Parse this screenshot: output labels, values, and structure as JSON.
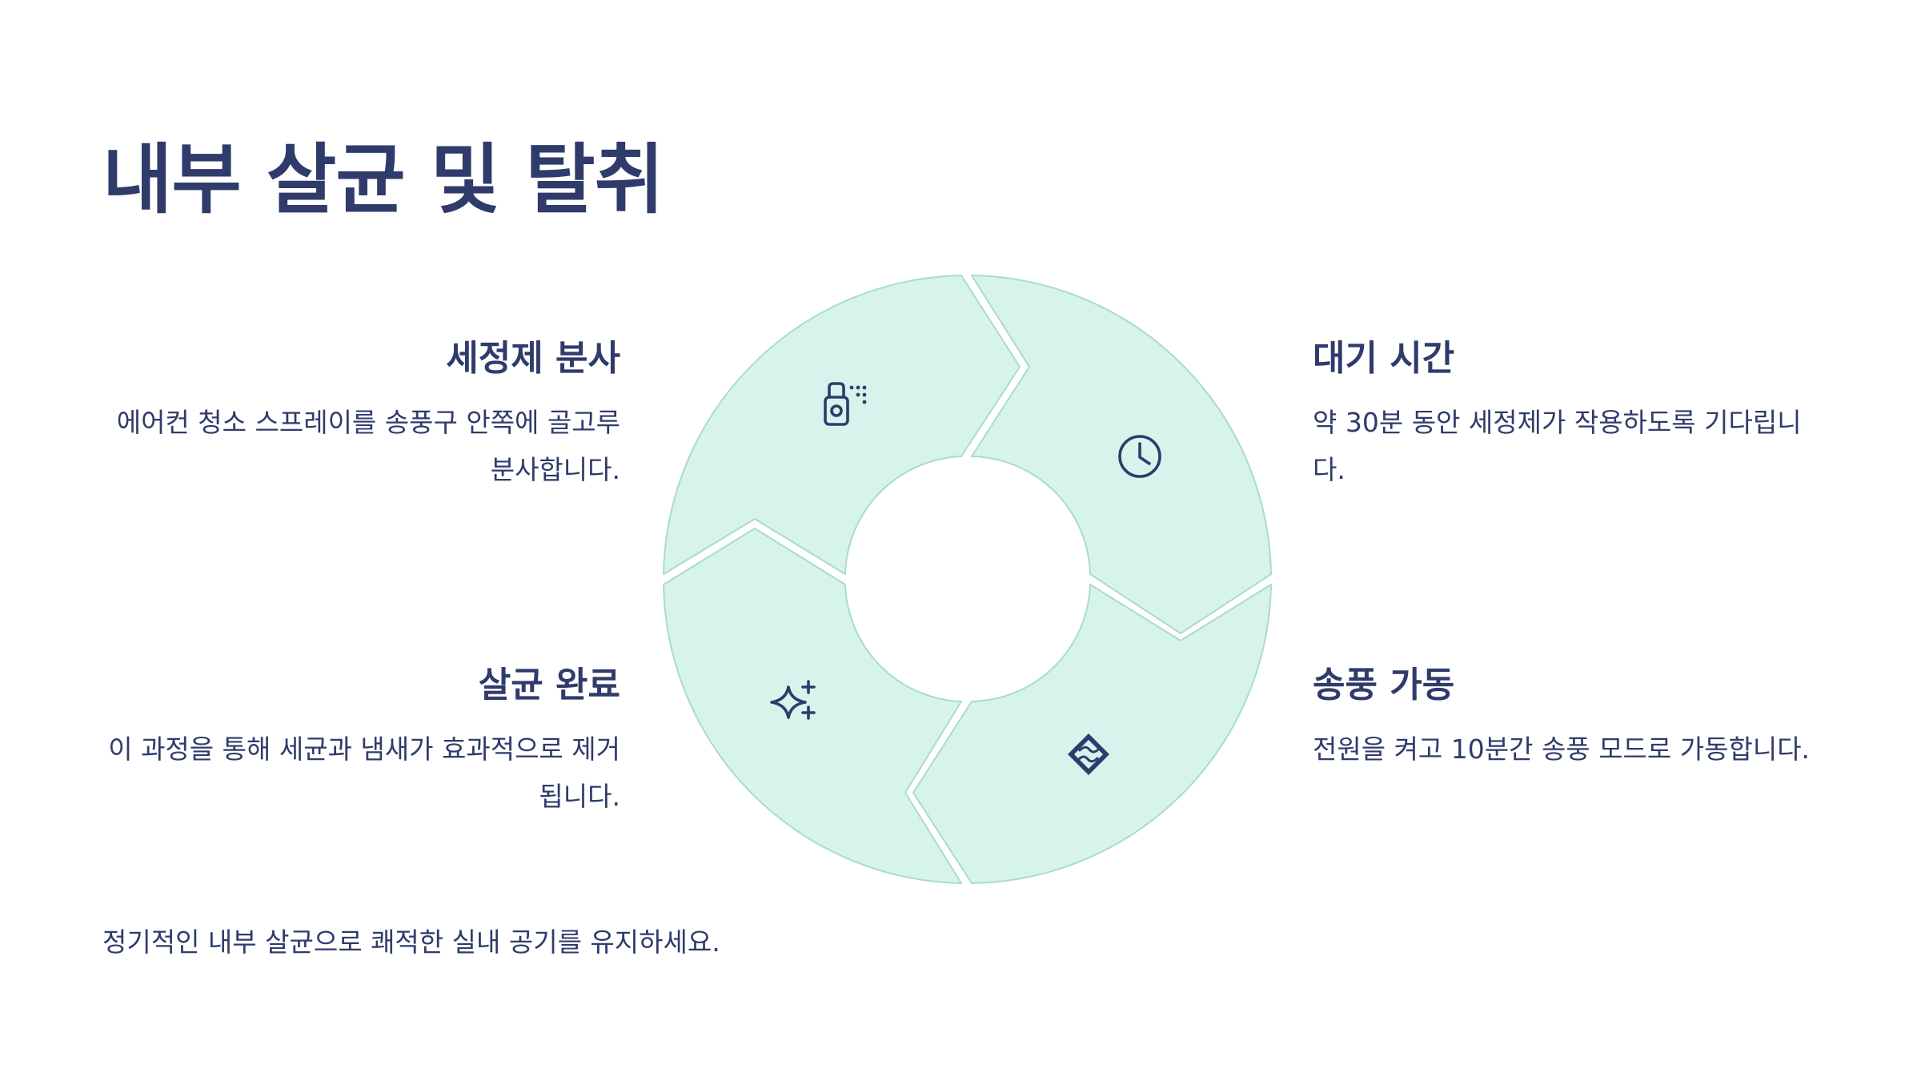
{
  "title": "내부 살균 및 탈취",
  "steps": {
    "spray": {
      "title": "세정제 분사",
      "desc": "에어컨 청소 스프레이를 송풍구 안쪽에 골고루 분사합니다.",
      "icon": "spray-bottle-icon"
    },
    "wait": {
      "title": "대기 시간",
      "desc": "약 30분 동안 세정제가 작용하도록 기다립니다.",
      "icon": "clock-icon"
    },
    "fan": {
      "title": "송풍 가동",
      "desc": "전원을 켜고 10분간 송풍 모드로 가동합니다.",
      "icon": "fan-icon"
    },
    "done": {
      "title": "살균 완료",
      "desc": "이 과정을 통해 세균과 냄새가 효과적으로 제거됩니다.",
      "icon": "sparkles-icon"
    }
  },
  "footer": "정기적인 내부 살균으로 쾌적한 실내 공기를 유지하세요.",
  "colors": {
    "text": "#2f3b6b",
    "segment_fill": "#d6f4ec",
    "segment_stroke": "#a9dccb"
  }
}
